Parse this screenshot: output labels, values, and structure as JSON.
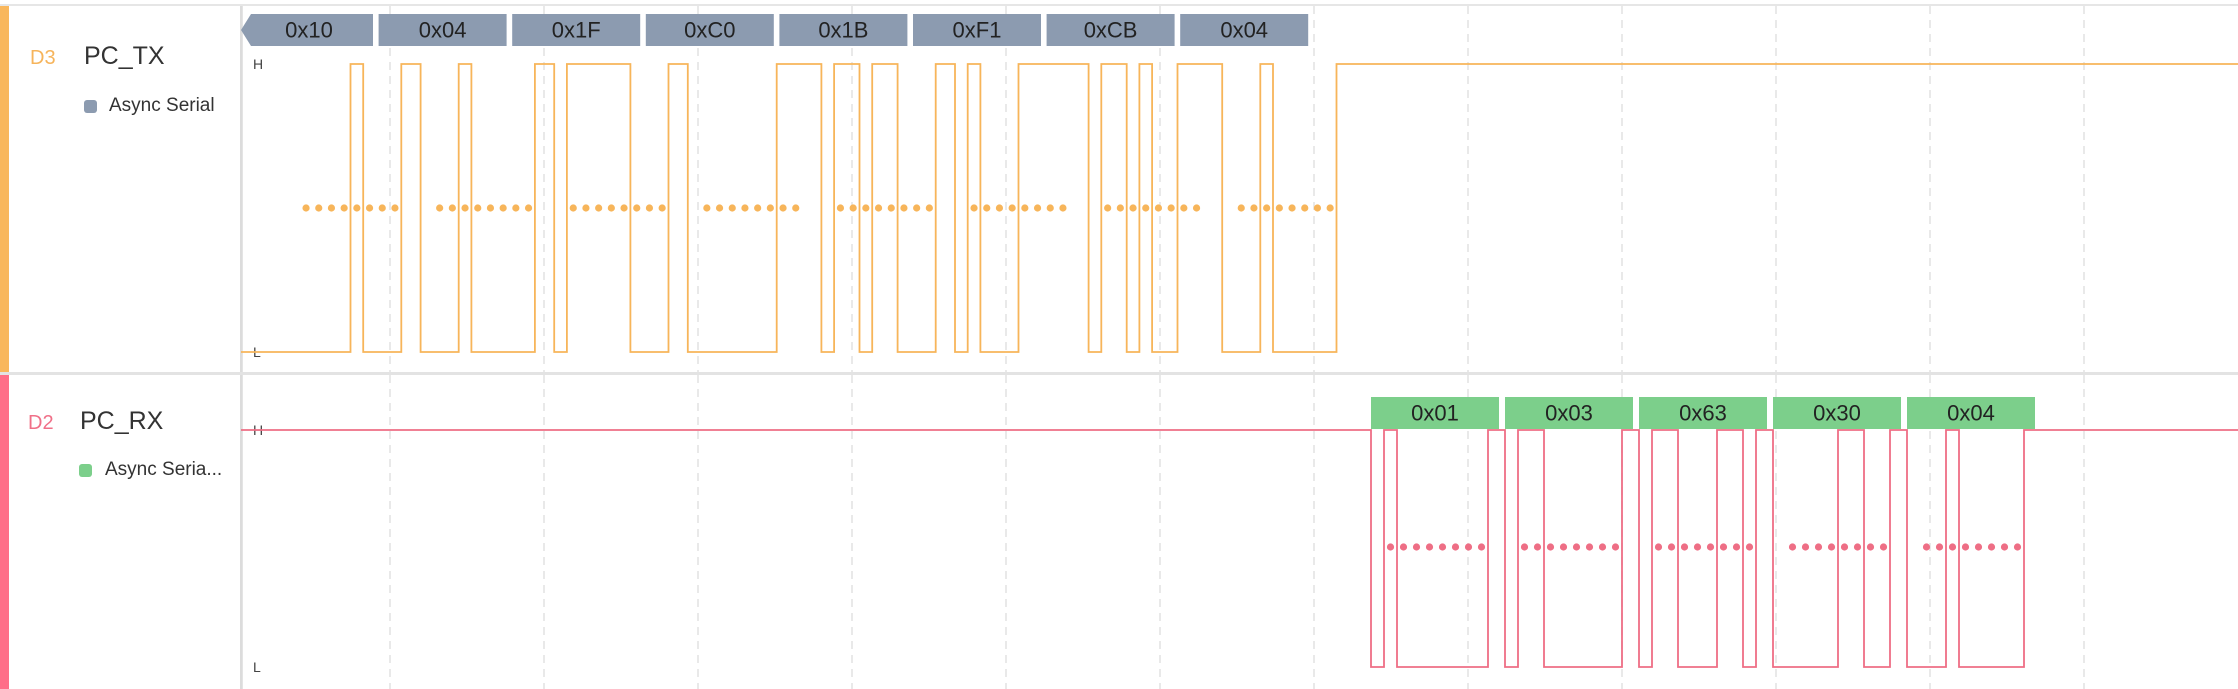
{
  "channels": [
    {
      "id": "tx",
      "number": "D3",
      "name": "PC_TX",
      "color": "#f7b55a",
      "analyzer": {
        "name": "Async Serial",
        "color": "#8c9bb0"
      },
      "frames": [
        "0x10",
        "0x04",
        "0x1F",
        "0xC0",
        "0x1B",
        "0xF1",
        "0xCB",
        "0x04"
      ],
      "levels": {
        "high": "H",
        "low": "L"
      }
    },
    {
      "id": "rx",
      "number": "D2",
      "name": "PC_RX",
      "color": "#ee6e85",
      "analyzer": {
        "name": "Async Seria...",
        "color": "#7ccf8b"
      },
      "frames": [
        "0x01",
        "0x03",
        "0x63",
        "0x30",
        "0x04"
      ],
      "levels": {
        "high": "H",
        "low": "L"
      }
    }
  ]
}
